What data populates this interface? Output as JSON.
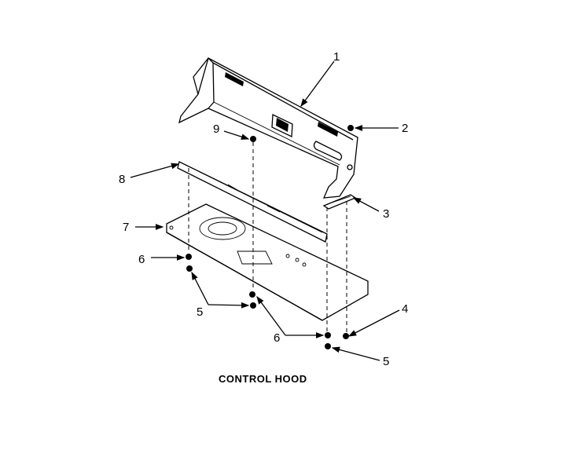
{
  "diagram": {
    "title": "CONTROL HOOD",
    "callouts": [
      {
        "id": "c1",
        "label": "1"
      },
      {
        "id": "c2",
        "label": "2"
      },
      {
        "id": "c3",
        "label": "3"
      },
      {
        "id": "c4",
        "label": "4"
      },
      {
        "id": "c5a",
        "label": "5"
      },
      {
        "id": "c5b",
        "label": "5"
      },
      {
        "id": "c6a",
        "label": "6"
      },
      {
        "id": "c6b",
        "label": "6"
      },
      {
        "id": "c7",
        "label": "7"
      },
      {
        "id": "c8",
        "label": "8"
      },
      {
        "id": "c9",
        "label": "9"
      }
    ]
  }
}
